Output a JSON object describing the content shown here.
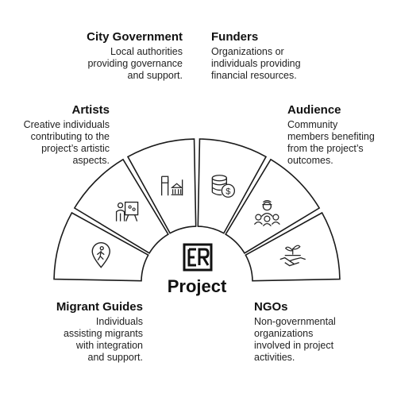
{
  "center": {
    "title": "Project",
    "logo_text": "ER"
  },
  "stakeholders": [
    {
      "id": "migrant-guides",
      "title": "Migrant Guides",
      "description": [
        "Individuals",
        "assisting migrants",
        "with integration",
        "and support."
      ],
      "icon": "map-pin-hiker-icon"
    },
    {
      "id": "artists",
      "title": "Artists",
      "description": [
        "Creative individuals",
        "contributing to the",
        "project’s artistic",
        "aspects."
      ],
      "icon": "painter-easel-icon"
    },
    {
      "id": "city-government",
      "title": "City Government",
      "description": [
        "Local authorities",
        "providing governance",
        "and support."
      ],
      "icon": "city-hall-icon"
    },
    {
      "id": "funders",
      "title": "Funders",
      "description": [
        "Organizations or",
        "individuals providing",
        "financial resources."
      ],
      "icon": "coins-dollar-icon"
    },
    {
      "id": "audience",
      "title": "Audience",
      "description": [
        "Community",
        "members benefiting",
        "from the project’s",
        "outcomes."
      ],
      "icon": "community-people-icon"
    },
    {
      "id": "ngos",
      "title": "NGOs",
      "description": [
        "Non-governmental",
        "organizations",
        "involved in project",
        "activities."
      ],
      "icon": "handshake-plant-icon"
    }
  ]
}
